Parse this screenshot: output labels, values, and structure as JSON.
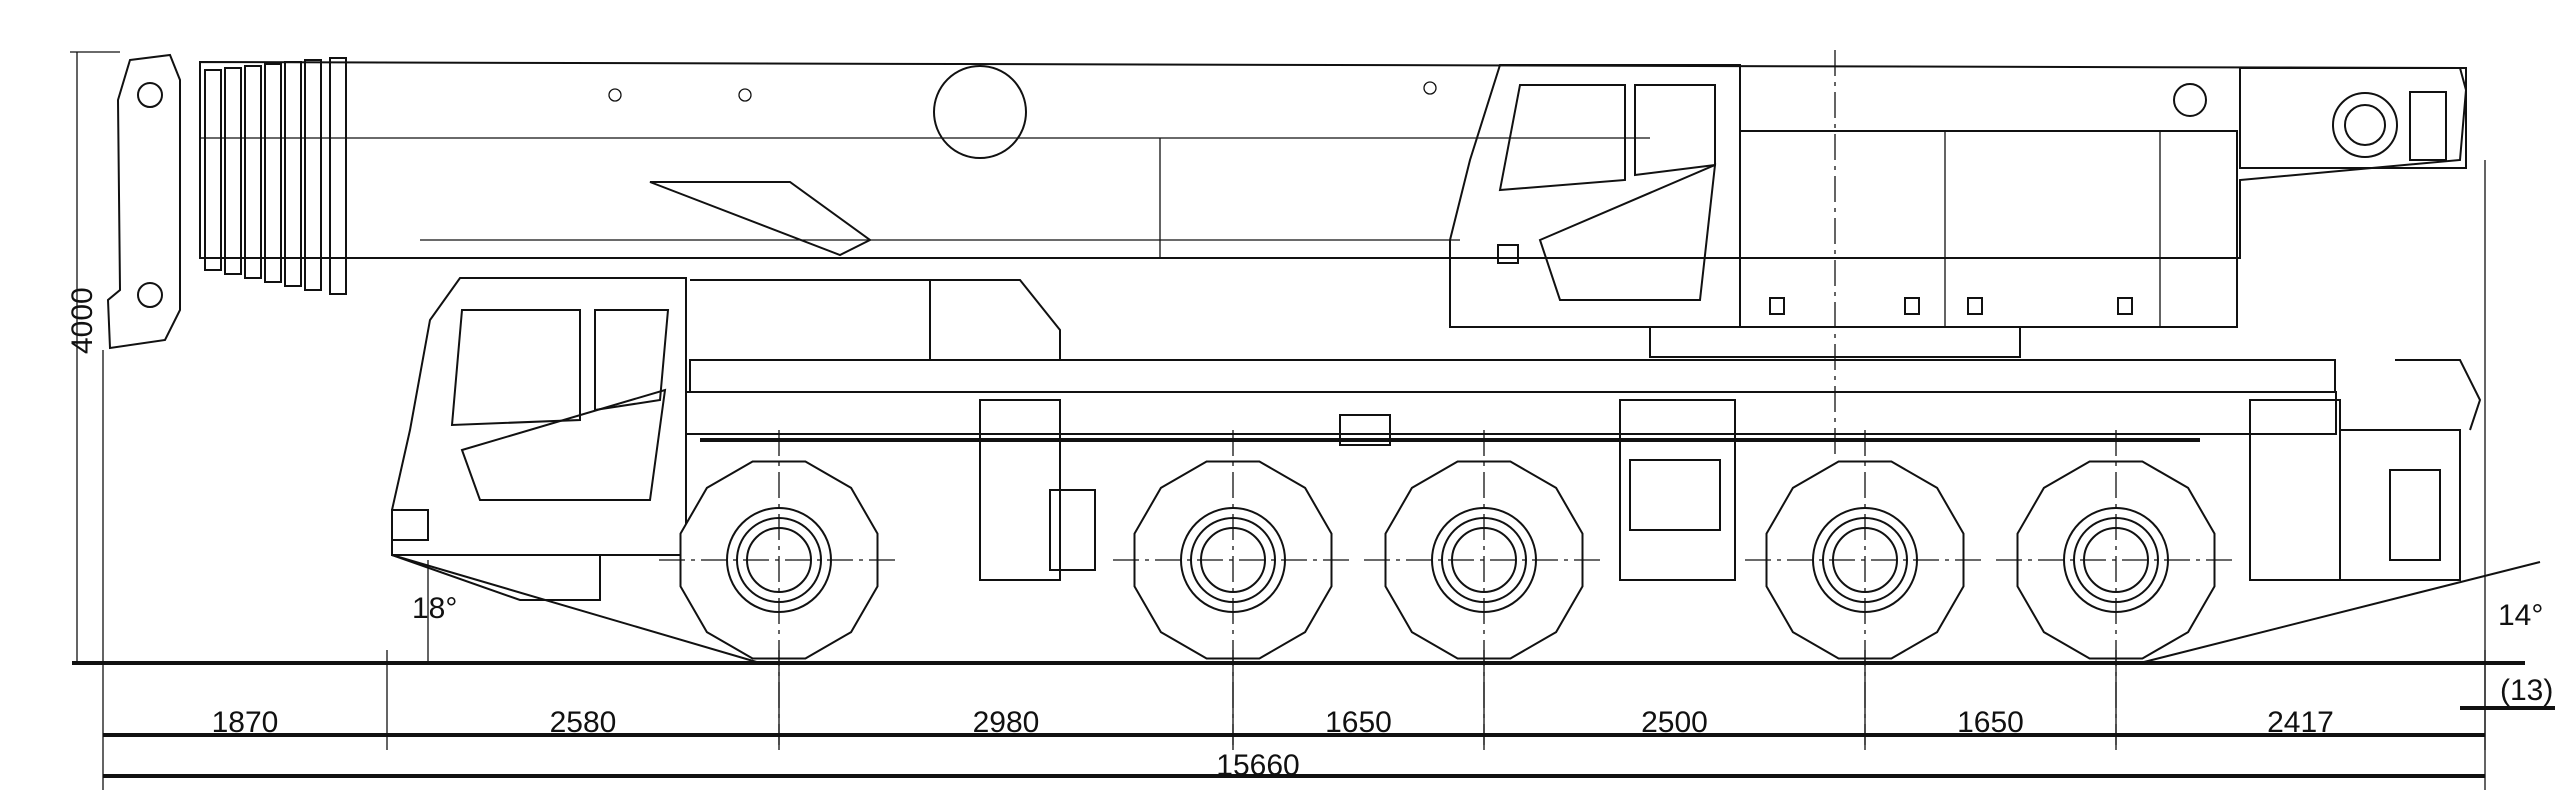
{
  "drawing": {
    "subject": "mobile-crane-side-view",
    "line_color": "#111111",
    "background": "#ffffff"
  },
  "dimensions": {
    "height": "4000",
    "segments": [
      "1870",
      "2580",
      "2980",
      "1650",
      "2500",
      "1650",
      "2417"
    ],
    "overall_length": "15660",
    "front_angle": "18°",
    "rear_angle": "14°",
    "rear_clearance": "(13)"
  }
}
